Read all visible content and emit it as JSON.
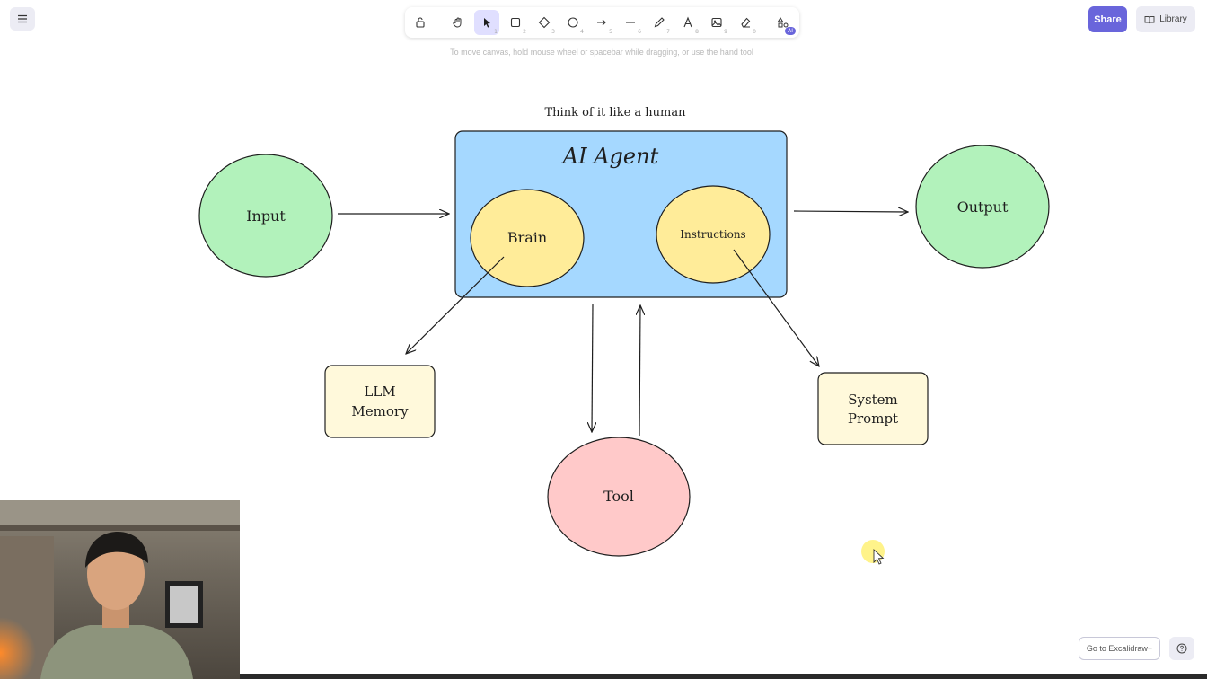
{
  "toolbar": {
    "tools": [
      {
        "name": "lock",
        "num": ""
      },
      {
        "name": "hand",
        "num": ""
      },
      {
        "name": "selection",
        "num": "1"
      },
      {
        "name": "rectangle",
        "num": "2"
      },
      {
        "name": "diamond",
        "num": "3"
      },
      {
        "name": "ellipse",
        "num": "4"
      },
      {
        "name": "arrow",
        "num": "5"
      },
      {
        "name": "line",
        "num": "6"
      },
      {
        "name": "draw",
        "num": "7"
      },
      {
        "name": "text",
        "num": "8"
      },
      {
        "name": "image",
        "num": "9"
      },
      {
        "name": "eraser",
        "num": "0"
      },
      {
        "name": "more-tools",
        "num": ""
      }
    ],
    "ai_badge": "AI"
  },
  "hint": "To move canvas, hold mouse wheel or spacebar while dragging, or use the hand tool",
  "header": {
    "share_label": "Share",
    "library_label": "Library"
  },
  "footer": {
    "goto_label": "Go to Excalidraw+"
  },
  "diagram": {
    "caption": "Think of it like a human",
    "agent_title": "AI Agent",
    "input_label": "Input",
    "output_label": "Output",
    "brain_label": "Brain",
    "instructions_label": "Instructions",
    "memory_line1": "LLM",
    "memory_line2": "Memory",
    "system_line1": "System",
    "system_line2": "Prompt",
    "tool_label": "Tool"
  },
  "colors": {
    "accent": "#6965db",
    "agent_box": "#a5d8ff",
    "green": "#b2f2bb",
    "yellow": "#ffec99",
    "pink": "#ffc9c9",
    "note": "#fff9db"
  }
}
